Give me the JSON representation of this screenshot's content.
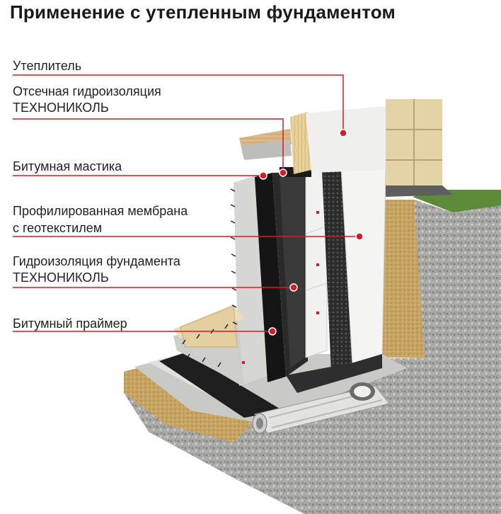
{
  "title": "Применение с утепленным фундаментом",
  "labels": {
    "insulation": "Утеплитель",
    "cutoff_line1": "Отсечная гидроизоляция",
    "cutoff_line2": "ТЕХНОНИКОЛЬ",
    "mastic": "Битумная мастика",
    "membrane_line1": "Профилированная мембрана",
    "membrane_line2": "с геотекстилем",
    "foundation_line1": "Гидроизоляция фундамента",
    "foundation_line2": "ТЕХНОНИКОЛЬ",
    "primer": "Битумный праймер"
  },
  "colors": {
    "leader": "#d7192a",
    "soil": "#a9a9a6",
    "sand": "#c9a764",
    "concrete": "#d9d9d6",
    "bitumen": "#1c1c1c",
    "insulation": "#e9e9e9",
    "tile": "#e5d3a8",
    "grass": "#5a8a3a"
  }
}
